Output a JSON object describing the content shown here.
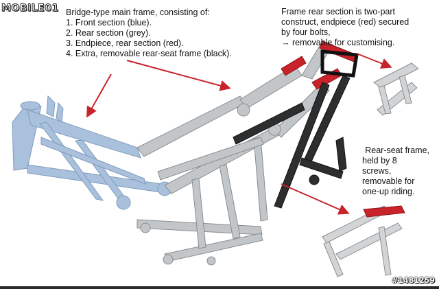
{
  "logo": {
    "text": "MOBILE01",
    "icon": "mobile01-logo-icon"
  },
  "main_caption": {
    "lines": [
      "Bridge-type main frame, consisting of:",
      "1. Front section (blue).",
      "2. Rear section (grey).",
      "3. Endpiece, rear section (red).",
      "4. Extra, removable rear-seat frame (black)."
    ]
  },
  "rear_caption": {
    "lines": [
      "Frame rear section is two-part",
      "construct, endpiece (red) secured",
      "by four bolts,",
      "→ removable for customising."
    ]
  },
  "seat_caption": {
    "lines": [
      "Rear-seat frame,",
      "held by 8",
      "screws,",
      "removable for",
      "one-up riding."
    ]
  },
  "watermark": "#1481259",
  "colors": {
    "front_section": "#9fb8d4",
    "rear_section": "#b9bcbf",
    "endpiece": "#c8232b",
    "rear_seat_frame": "#2a2a2a",
    "arrow": "#c8232b"
  }
}
